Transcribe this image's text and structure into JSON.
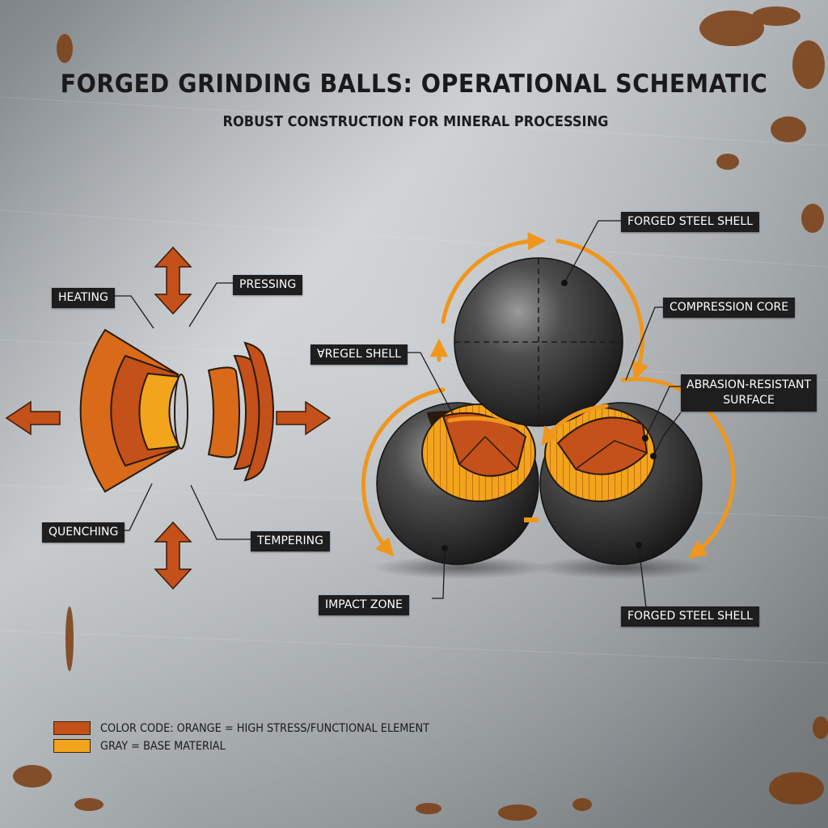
{
  "title": "FORGED GRINDING BALLS: OPERATIONAL SCHEMATIC",
  "subtitle": "ROBUST CONSTRUCTION FOR MINERAL PROCESSING",
  "process_labels": {
    "heating": "HEATING",
    "pressing": "PRESSING",
    "quenching": "QUENCHING",
    "tempering": "TEMPERING"
  },
  "ball_labels": {
    "forged_steel_shell_top": "FORGED STEEL SHELL",
    "compression_core": "COMPRESSION CORE",
    "abrasion_line1": "ABRASION-RESISTANT",
    "abrasion_line2": "SURFACE",
    "forged_shell_left": "ⱯREGEL SHELL",
    "impact_zone": "IMPACT ZONE",
    "forged_steel_shell_bottom": "FORGED STEEL SHELL"
  },
  "legend": {
    "line1": "COLOR CODE: ORANGE = HIGH STRESS/FUNCTIONAL ELEMENT",
    "line2": "GRAY = BASE MATERIAL"
  },
  "colors": {
    "orange_dark": "#c4501a",
    "orange_mid": "#d86a1a",
    "orange_light": "#f2a41c",
    "arrow_orange": "#f0961c",
    "label_bg": "#1e1e1e",
    "steel": "#3a3a3a"
  },
  "icons": {
    "arrows": "double-headed-arrow"
  }
}
